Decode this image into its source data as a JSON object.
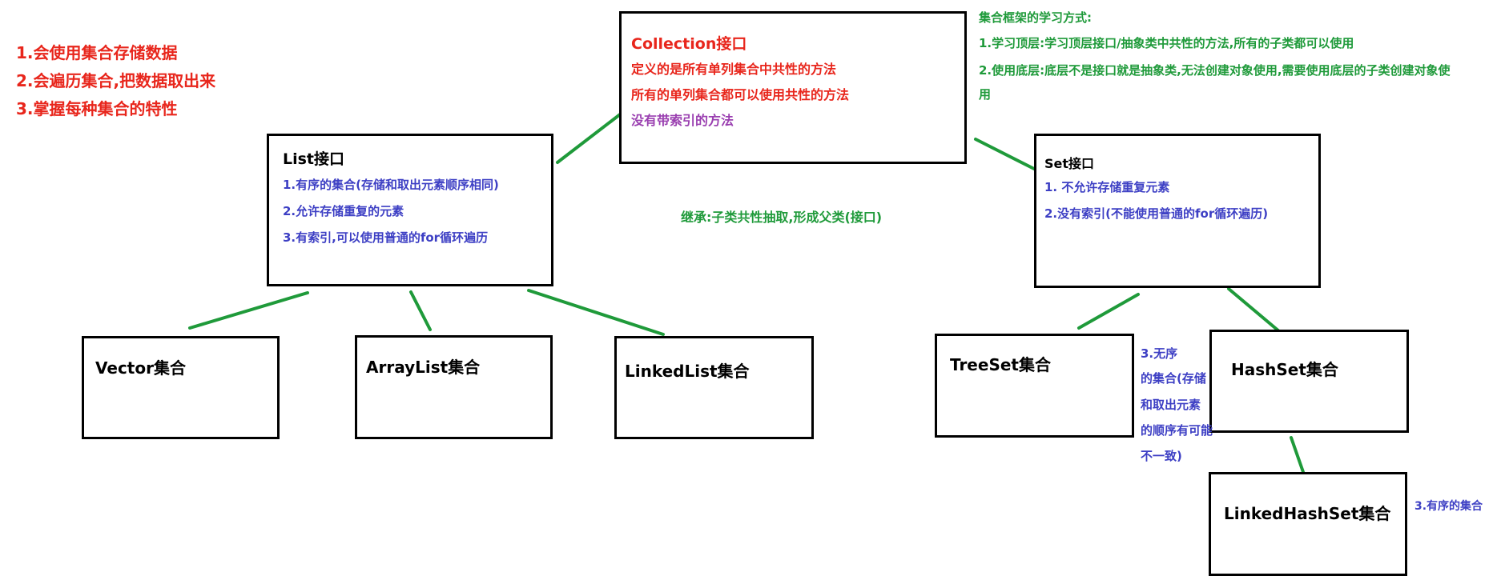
{
  "goals": [
    "1.会使用集合存储数据",
    "2.会遍历集合,把数据取出来",
    "3.掌握每种集合的特性"
  ],
  "learning": {
    "title": "集合框架的学习方式:",
    "line1": "1.学习顶层:学习顶层接口/抽象类中共性的方法,所有的子类都可以使用",
    "line2a": "2.使用底层:底层不是接口就是抽象类,无法创建对象使用,需要使用底层的子类创建对象使",
    "line2b": "用"
  },
  "collection": {
    "title": "Collection接口",
    "line1": "定义的是所有单列集合中共性的方法",
    "line2": "所有的单列集合都可以使用共性的方法",
    "line3": "没有带索引的方法"
  },
  "list": {
    "title": "List接口",
    "line1": "1.有序的集合(存储和取出元素顺序相同)",
    "line2": "2.允许存储重复的元素",
    "line3": "3.有索引,可以使用普通的for循环遍历"
  },
  "set": {
    "title": "Set接口",
    "line1": "1. 不允许存储重复元素",
    "line2": "2.没有索引(不能使用普通的for循环遍历)"
  },
  "inherit_note": "继承:子类共性抽取,形成父类(接口)",
  "impls": {
    "vector": "Vector集合",
    "arraylist": "ArrayList集合",
    "linkedlist": "LinkedList集合",
    "treeset": "TreeSet集合",
    "hashset": "HashSet集合",
    "linkedhashset": "LinkedHashSet集合"
  },
  "unordered_note": [
    "3.无序",
    "的集合(存储",
    "和取出元素",
    "的顺序有可能",
    "不一致)"
  ],
  "ordered_note": "3.有序的集合",
  "colors": {
    "red": "#e8261c",
    "blue": "#3d3fc4",
    "green": "#1f9a3a",
    "purple": "#9a3fb0",
    "line": "#1f9a3a"
  }
}
